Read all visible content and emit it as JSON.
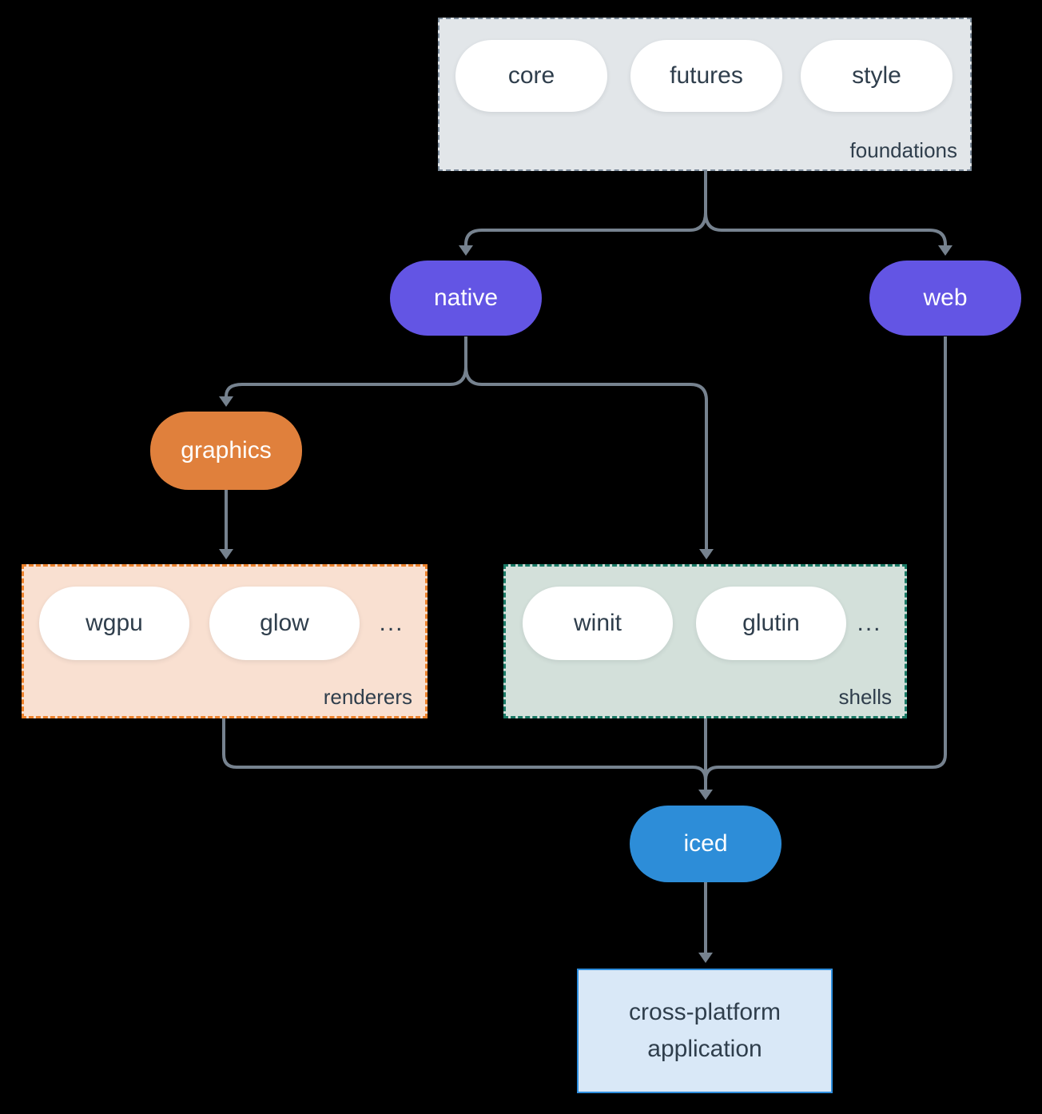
{
  "diagram": {
    "groups": {
      "foundations": {
        "label": "foundations",
        "items": [
          "core",
          "futures",
          "style"
        ]
      },
      "renderers": {
        "label": "renderers",
        "items": [
          "wgpu",
          "glow"
        ],
        "more": "..."
      },
      "shells": {
        "label": "shells",
        "items": [
          "winit",
          "glutin"
        ],
        "more": "..."
      }
    },
    "nodes": {
      "native": "native",
      "web": "web",
      "graphics": "graphics",
      "iced": "iced",
      "application": "cross-platform application"
    },
    "application_lines": [
      "cross-platform",
      "application"
    ],
    "edges": [
      {
        "from": "foundations",
        "to": "native"
      },
      {
        "from": "foundations",
        "to": "web"
      },
      {
        "from": "native",
        "to": "graphics"
      },
      {
        "from": "native",
        "to": "shells"
      },
      {
        "from": "graphics",
        "to": "renderers"
      },
      {
        "from": "renderers",
        "to": "iced"
      },
      {
        "from": "shells",
        "to": "iced"
      },
      {
        "from": "web",
        "to": "iced"
      },
      {
        "from": "iced",
        "to": "cross-platform application"
      }
    ],
    "colors": {
      "background": "#000000",
      "arrow": "#76828f",
      "purple_node": "#6355e4",
      "orange_node": "#e0803c",
      "blue_node": "#2d8dd8",
      "foundations_bg": "#e2e6e9",
      "foundations_border": "#7c8b9a",
      "renderers_bg": "#f9e0d1",
      "renderers_border": "#ec822c",
      "shells_bg": "#d3e0da",
      "shells_border": "#1a7a66",
      "application_bg": "#d9e8f7",
      "application_border": "#2e8ede",
      "pill_bg": "#ffffff",
      "dark_text": "#2f3e4c",
      "light_text": "#ffffff"
    }
  }
}
